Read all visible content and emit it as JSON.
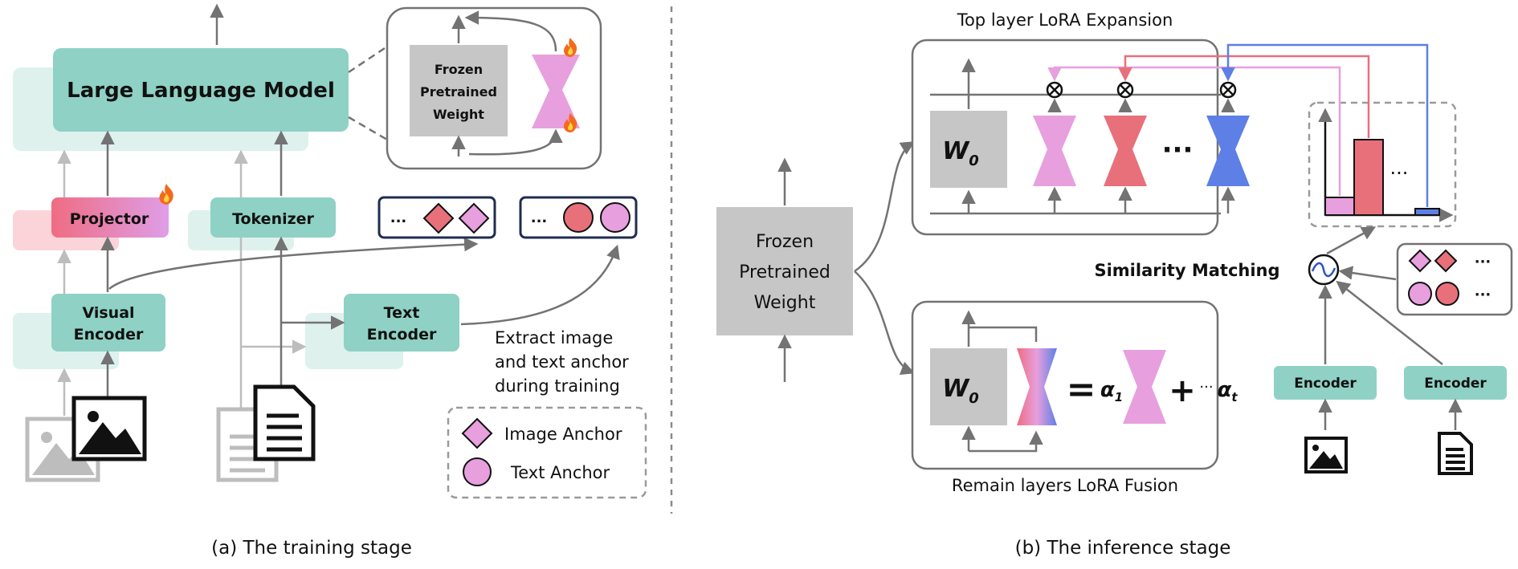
{
  "colors": {
    "teal": "#8fd1c5",
    "teal_light": "#def1ed",
    "pink": "#e79fde",
    "red": "#e8707b",
    "blue": "#5d7fe6",
    "gray": "#c6c6c6",
    "arrow": "#737373"
  },
  "training": {
    "llm_label": "Large Language Model",
    "projector_label": "Projector",
    "tokenizer_label": "Tokenizer",
    "visual_encoder_label": [
      "Visual",
      "Encoder"
    ],
    "text_encoder_label": [
      "Text",
      "Encoder"
    ],
    "frozen_label": [
      "Frozen",
      "Pretrained",
      "Weight"
    ],
    "ellipsis": "...",
    "extract_note": [
      "Extract image",
      "and text anchor",
      "during training"
    ],
    "legend_image": "Image Anchor",
    "legend_text": "Text Anchor",
    "caption": "(a) The training stage",
    "icons": [
      "fire-icon",
      "image-icon",
      "document-icon",
      "diamond-icon",
      "circle-icon"
    ]
  },
  "inference": {
    "top_title": "Top layer LoRA Expansion",
    "bottom_title": "Remain layers LoRA Fusion",
    "frozen_label": [
      "Frozen",
      "Pretrained",
      "Weight"
    ],
    "w0_label": "W",
    "w0_sub": "0",
    "dots": "···",
    "similarity_label": "Similarity Matching",
    "encoder_label": "Encoder",
    "equals": "=",
    "alpha_1": "α",
    "alpha_1_sub": "1",
    "plus_dots": "···",
    "alpha_t": "α",
    "alpha_t_sub": "t",
    "hist_dots": "···",
    "anchor_dots": "···",
    "caption": "(b) The inference stage",
    "icons": [
      "multiply-icon",
      "similarity-icon",
      "image-icon",
      "document-icon"
    ]
  }
}
